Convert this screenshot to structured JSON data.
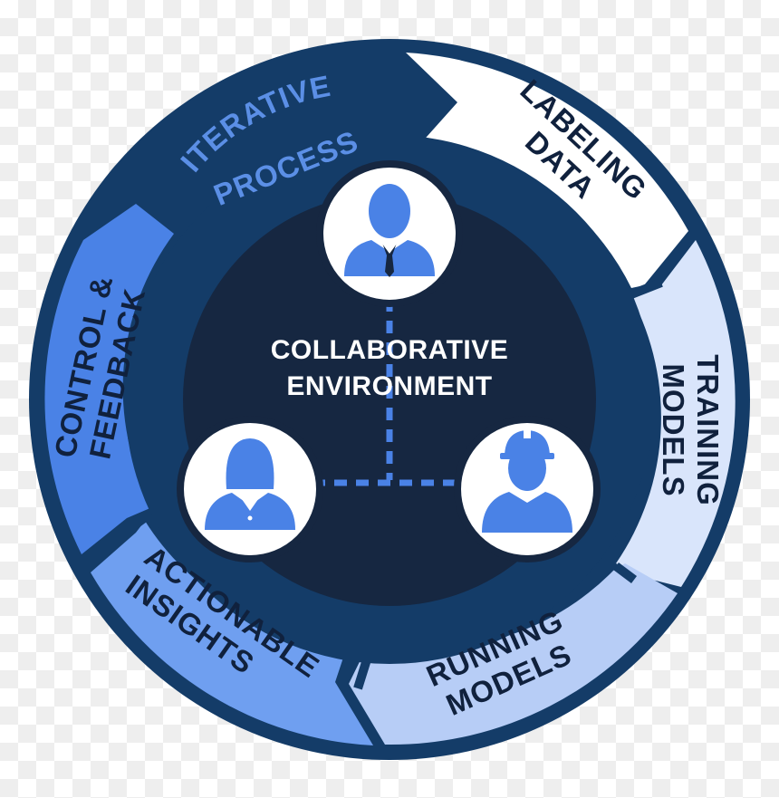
{
  "diagram": {
    "ring_title": {
      "line1": "ITERATIVE",
      "line2": "PROCESS"
    },
    "center": {
      "line1": "COLLABORATIVE",
      "line2": "ENVIRONMENT"
    },
    "segments": [
      {
        "line1": "LABELING",
        "line2": "DATA"
      },
      {
        "line1": "TRAINING",
        "line2": "MODELS"
      },
      {
        "line1": "RUNNING",
        "line2": "MODELS"
      },
      {
        "line1": "ACTIONABLE",
        "line2": "INSIGHTS"
      },
      {
        "line1": "CONTROL &",
        "line2": "FEEDBACK"
      }
    ],
    "people": [
      {
        "icon": "businessman-icon"
      },
      {
        "icon": "businesswoman-icon"
      },
      {
        "icon": "construction-worker-icon"
      }
    ],
    "colors": {
      "outer_ring": "#143c68",
      "inner_disc": "#162741",
      "accent": "#4a82e6",
      "labeling_data": "#ffffff",
      "training_models": "#d9e5fb",
      "running_models": "#b7cdf6",
      "actionable_insights": "#6f9ff0",
      "control_feedback": "#4a82e6",
      "ring_title_text": "#5b8fe6",
      "dark_text": "#10213d"
    }
  }
}
